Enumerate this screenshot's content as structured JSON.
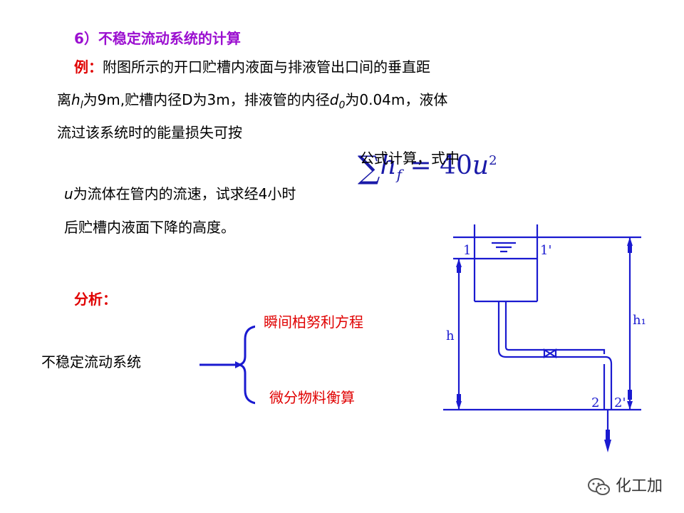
{
  "heading": "6）不稳定流动系统的计算",
  "example": {
    "label": "例：",
    "line1": "附图所示的开口贮槽内液面与排液管出口间的垂直距",
    "line2_a": "离",
    "h_sym": "h",
    "h_sub": "l",
    "line2_b": "为9m,贮槽内径D为3m，排液管的内径",
    "d_sym": "d",
    "d_sub": "0",
    "line2_c": "为0.04m，液体",
    "line3": "流过该系统时的能量损失可按",
    "line4_overlay": "公式计算，式中",
    "u_sym": "u",
    "line5_b": "为流体在管内的流速，试求经4小时",
    "line6": "后贮槽内液面下降的高度。"
  },
  "formula": {
    "sigma": "∑",
    "h": "h",
    "sub": "f",
    "eq": " = 40",
    "u": "u",
    "exp": "2"
  },
  "analysis": {
    "label": "分析：",
    "system": "不稳定流动系统",
    "branch_top": "瞬间柏努利方程",
    "branch_bottom": "微分物料衡算"
  },
  "diagram": {
    "label_1": "1",
    "label_1p": "1'",
    "label_2": "2",
    "label_2p": "2'",
    "label_h": "h",
    "label_h1": "h₁"
  },
  "footer": {
    "icon": "wechat-icon",
    "text": "化工加"
  },
  "colors": {
    "heading": "#9b0fd0",
    "red": "#e00000",
    "diagram": "#1a1ad0",
    "formula": "#1a1aa8"
  }
}
